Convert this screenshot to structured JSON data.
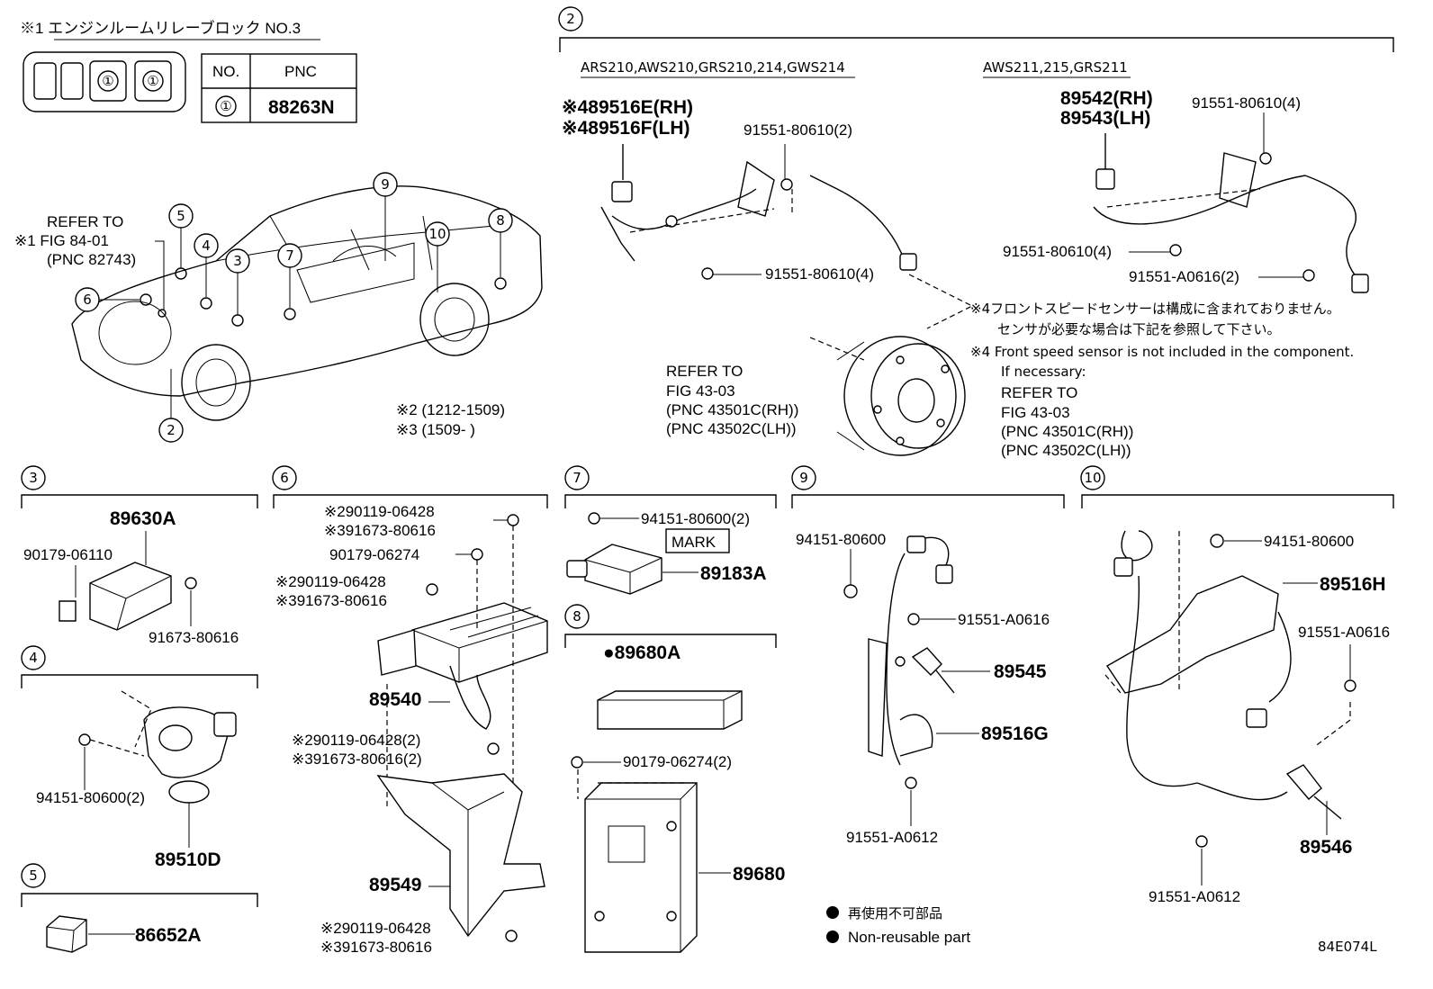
{
  "relay_block": {
    "title": "※1  エンジンルームリレーブロック NO.3",
    "table_headers": [
      "NO.",
      "PNC"
    ],
    "table_row": {
      "no": "①",
      "pnc": "88263N"
    },
    "slot_markers": [
      "①",
      "①"
    ]
  },
  "overview": {
    "refer_note": [
      "REFER TO",
      "※1  FIG 84-01",
      "(PNC 82743)"
    ],
    "date_notes": [
      "※2 (1212-1509)",
      "※3 (1509-        )"
    ],
    "callouts": [
      "2",
      "3",
      "4",
      "5",
      "6",
      "7",
      "8",
      "9",
      "10"
    ]
  },
  "section2": {
    "number": "2",
    "left_models": "ARS210,AWS210,GRS210,214,GWS214",
    "right_models": "AWS211,215,GRS211",
    "parts_left": [
      "※489516E(RH)",
      "※489516F(LH)",
      "91551-80610(2)",
      "91551-80610(4)"
    ],
    "parts_right": [
      "89542(RH)",
      "89543(LH)",
      "91551-80610(4)",
      "91551-80610(4)",
      "91551-A0616(2)"
    ],
    "hub_refer": [
      "REFER TO",
      "FIG 43-03",
      "(PNC 43501C(RH))",
      "(PNC 43502C(LH))"
    ],
    "note_jp": [
      "※4フロントスピードセンサーは構成に含まれておりません。",
      "センサが必要な場合は下記を参照して下さい。"
    ],
    "note_en": [
      "※4 Front speed sensor is not included in the component.",
      "If necessary:"
    ],
    "note_refer": [
      "REFER TO",
      "FIG 43-03",
      "(PNC 43501C(RH))",
      "(PNC 43502C(LH))"
    ]
  },
  "section3": {
    "number": "3",
    "parts": [
      "89630A",
      "90179-06110",
      "91673-80616"
    ]
  },
  "section4": {
    "number": "4",
    "parts": [
      "94151-80600(2)",
      "89510D"
    ]
  },
  "section5": {
    "number": "5",
    "parts": [
      "86652A"
    ]
  },
  "section6": {
    "number": "6",
    "parts": [
      "※290119-06428",
      "※391673-80616",
      "90179-06274",
      "※290119-06428",
      "※391673-80616",
      "89540",
      "※290119-06428(2)",
      "※391673-80616(2)",
      "89549",
      "※290119-06428",
      "※391673-80616"
    ]
  },
  "section7": {
    "number": "7",
    "parts": [
      "94151-80600(2)",
      "MARK",
      "89183A"
    ]
  },
  "section8": {
    "number": "8",
    "parts": [
      "●89680A",
      "90179-06274(2)",
      "89680"
    ]
  },
  "section9": {
    "number": "9",
    "parts": [
      "94151-80600",
      "91551-A0616",
      "89545",
      "89516G",
      "91551-A0612"
    ]
  },
  "section10": {
    "number": "10",
    "parts": [
      "94151-80600",
      "89516H",
      "91551-A0616",
      "89546",
      "91551-A0612"
    ]
  },
  "legend": {
    "items": [
      "再使用不可部品",
      "Non-reusable part"
    ]
  },
  "figure_code": "84E074L"
}
